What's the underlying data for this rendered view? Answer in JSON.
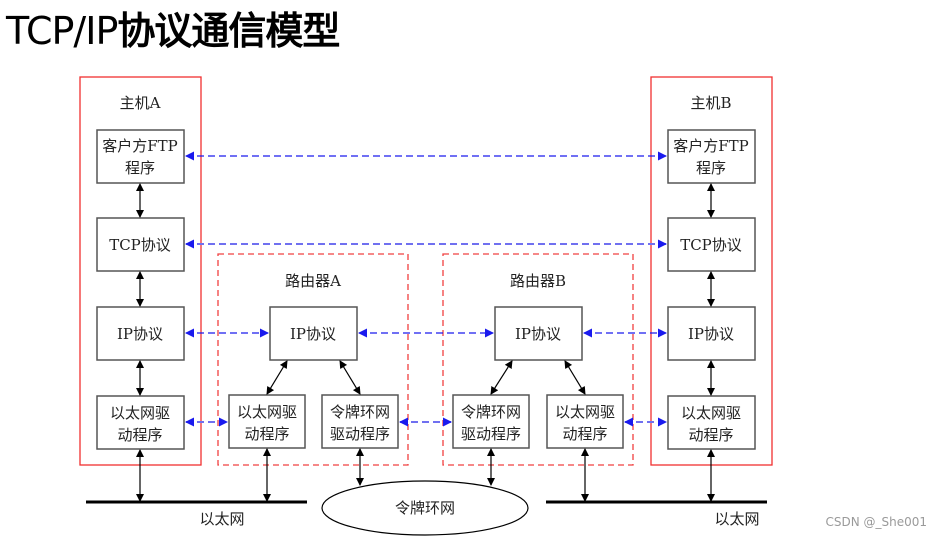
{
  "title": {
    "latin": "TCP/IP",
    "cjk": "协议通信模型"
  },
  "hosts": [
    {
      "id": "host-a",
      "label": "主机A",
      "layers": {
        "app": [
          "客户方FTP",
          "程序"
        ],
        "tcp": "TCP协议",
        "ip": "IP协议",
        "eth": [
          "以太网驱",
          "动程序"
        ]
      }
    },
    {
      "id": "host-b",
      "label": "主机B",
      "layers": {
        "app": [
          "客户方FTP",
          "程序"
        ],
        "tcp": "TCP协议",
        "ip": "IP协议",
        "eth": [
          "以太网驱",
          "动程序"
        ]
      }
    }
  ],
  "routers": [
    {
      "id": "router-a",
      "label": "路由器A",
      "ip": "IP协议",
      "left_driver": [
        "以太网驱",
        "动程序"
      ],
      "right_driver": [
        "令牌环网",
        "驱动程序"
      ]
    },
    {
      "id": "router-b",
      "label": "路由器B",
      "ip": "IP协议",
      "left_driver": [
        "令牌环网",
        "驱动程序"
      ],
      "right_driver": [
        "以太网驱",
        "动程序"
      ]
    }
  ],
  "networks": {
    "ethernet_left": "以太网",
    "token_ring": "令牌环网",
    "ethernet_right": "以太网"
  },
  "colors": {
    "host_border": "#f03030",
    "router_border": "#f03030",
    "peer_link": "#1a1aee",
    "box_border": "#555555",
    "bus": "#000000"
  },
  "watermark": "CSDN @_She001"
}
